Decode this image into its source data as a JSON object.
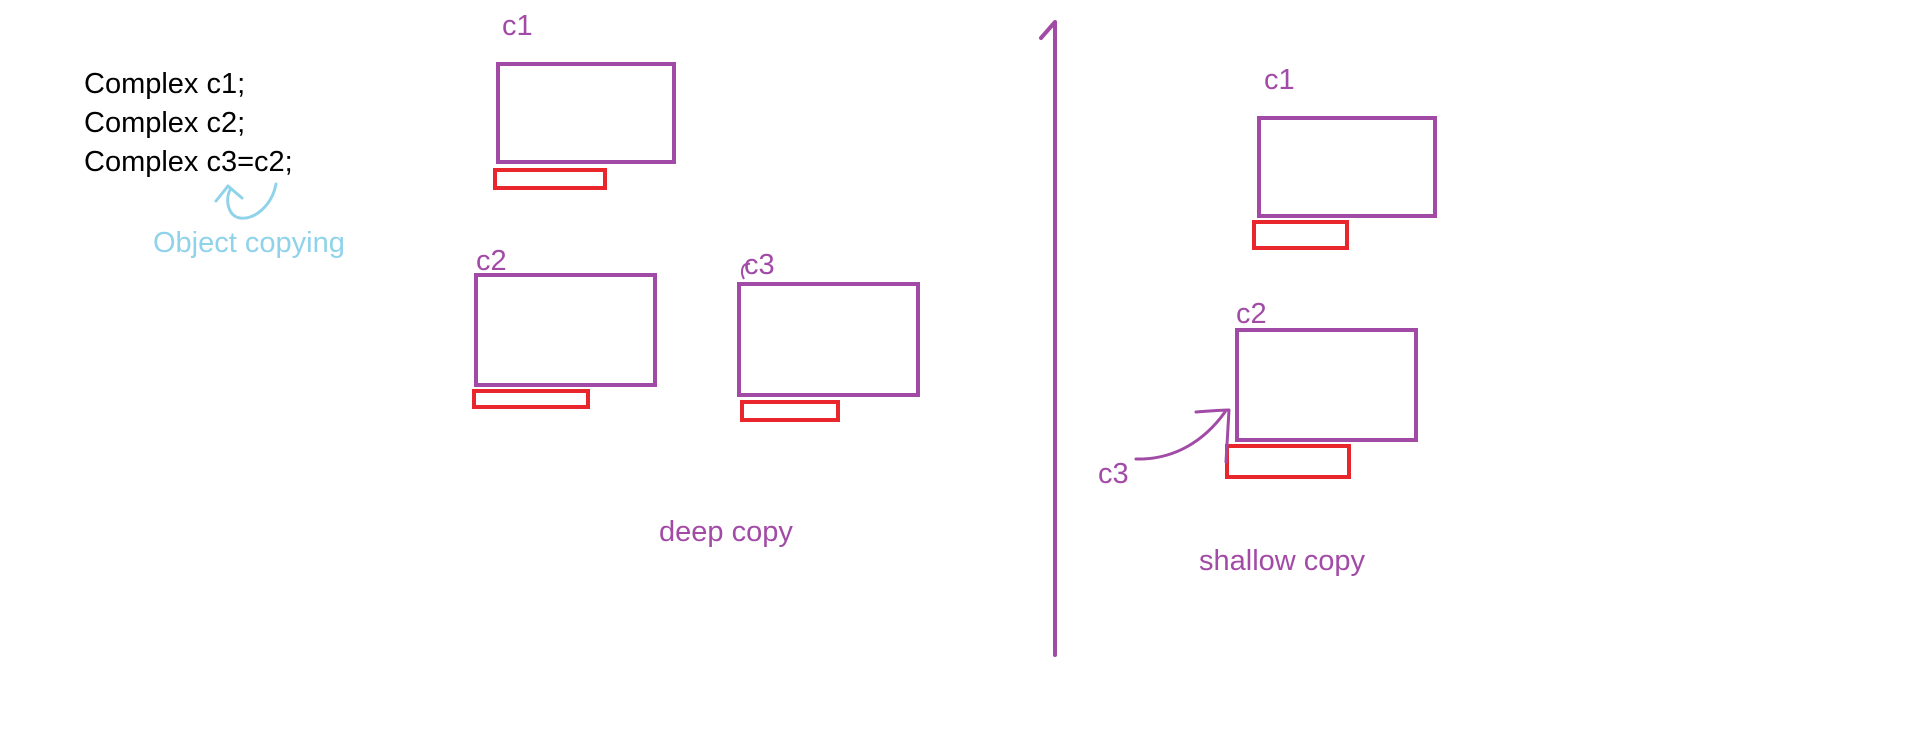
{
  "code": {
    "line1": "Complex c1;",
    "line2": "Complex c2;",
    "line3": "Complex c3=c2;"
  },
  "annotation": {
    "object_copying": "Object copying"
  },
  "deep_copy": {
    "caption": "deep copy",
    "c1_label": "c1",
    "c2_label": "c2",
    "c3_label": "c3"
  },
  "shallow_copy": {
    "caption": "shallow copy",
    "c1_label": "c1",
    "c2_label": "c2",
    "c3_label": "c3"
  },
  "colors": {
    "object_box": "#a24ba6",
    "member_box": "#e8262c",
    "annotation": "#8fd3ea",
    "text": "#000000"
  }
}
